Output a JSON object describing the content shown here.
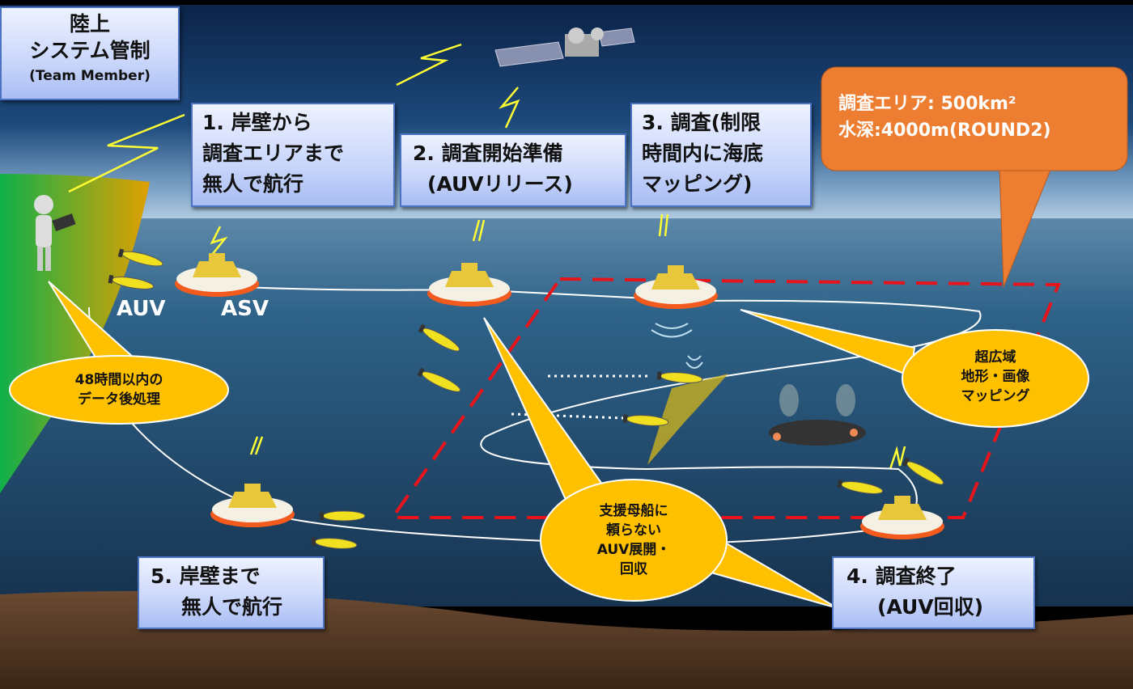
{
  "control_box": {
    "line1": "陸上",
    "line2": "システム管制",
    "line3": "(Team Member)"
  },
  "steps": [
    {
      "line1": "1.  岸壁から",
      "line2": "調査エリアまで",
      "line3": "無人で航行"
    },
    {
      "line1": "2. 調査開始準備",
      "line2": "(AUVリリース)"
    },
    {
      "line1": "3. 調査(制限",
      "line2": "時間内に海底",
      "line3": "マッピング)"
    },
    {
      "line1": "4. 調査終了",
      "line2": "(AUV回収)"
    },
    {
      "line1": "5. 岸壁まで",
      "line2": "無人で航行"
    }
  ],
  "area_callout": {
    "line1": "調査エリア: 500km²",
    "line2": "水深:4000m(ROUND2)"
  },
  "bubbles": {
    "post_processing": {
      "line1": "48時間以内の",
      "line2": "データ後処理"
    },
    "mapping": {
      "line1": "超広域",
      "line2": "地形・画像",
      "line3": "マッピング"
    },
    "deployment": {
      "line1": "支援母船に",
      "line2": "頼らない",
      "line3": "AUV展開・",
      "line4": "回収"
    }
  },
  "vehicle_labels": {
    "auv": "AUV",
    "asv": "ASV"
  },
  "colors": {
    "box_border": "#4c72c4",
    "callout": "#ed7d31",
    "bubble": "#ffc000",
    "survey_area": "#e8141b"
  }
}
